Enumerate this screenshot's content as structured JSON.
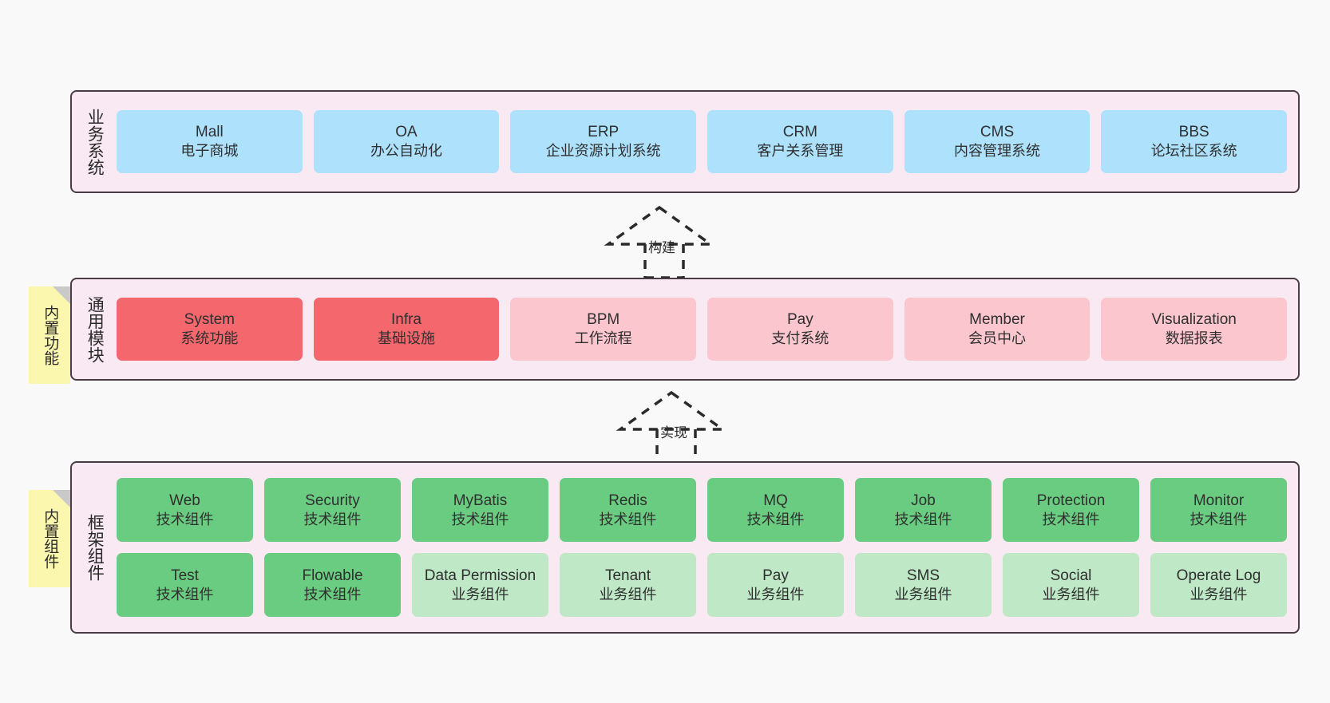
{
  "diagram": {
    "background_color": "#f9f9f9",
    "layer_bg_color": "#f9e9f3",
    "layer_border_color": "#4a3b45",
    "sticky_color": "#fbf7ae",
    "colors": {
      "blue": "#ade1fc",
      "red": "#f4676d",
      "pink": "#fbc6cd",
      "green": "#6acc81",
      "green_light": "#bfe8c6"
    }
  },
  "layers": [
    {
      "id": "business-systems",
      "title": "业务系统",
      "rows": [
        [
          {
            "name": "Mall",
            "desc": "电子商城",
            "color": "blue"
          },
          {
            "name": "OA",
            "desc": "办公自动化",
            "color": "blue"
          },
          {
            "name": "ERP",
            "desc": "企业资源计划系统",
            "color": "blue"
          },
          {
            "name": "CRM",
            "desc": "客户关系管理",
            "color": "blue"
          },
          {
            "name": "CMS",
            "desc": "内容管理系统",
            "color": "blue"
          },
          {
            "name": "BBS",
            "desc": "论坛社区系统",
            "color": "blue"
          }
        ]
      ]
    },
    {
      "id": "common-modules",
      "title": "通用模块",
      "sticky": "内置功能",
      "rows": [
        [
          {
            "name": "System",
            "desc": "系统功能",
            "color": "red"
          },
          {
            "name": "Infra",
            "desc": "基础设施",
            "color": "red"
          },
          {
            "name": "BPM",
            "desc": "工作流程",
            "color": "pink"
          },
          {
            "name": "Pay",
            "desc": "支付系统",
            "color": "pink"
          },
          {
            "name": "Member",
            "desc": "会员中心",
            "color": "pink"
          },
          {
            "name": "Visualization",
            "desc": "数据报表",
            "color": "pink"
          }
        ]
      ]
    },
    {
      "id": "framework-components",
      "title": "框架组件",
      "sticky": "内置组件",
      "rows": [
        [
          {
            "name": "Web",
            "desc": "技术组件",
            "color": "green"
          },
          {
            "name": "Security",
            "desc": "技术组件",
            "color": "green"
          },
          {
            "name": "MyBatis",
            "desc": "技术组件",
            "color": "green"
          },
          {
            "name": "Redis",
            "desc": "技术组件",
            "color": "green"
          },
          {
            "name": "MQ",
            "desc": "技术组件",
            "color": "green"
          },
          {
            "name": "Job",
            "desc": "技术组件",
            "color": "green"
          },
          {
            "name": "Protection",
            "desc": "技术组件",
            "color": "green"
          },
          {
            "name": "Monitor",
            "desc": "技术组件",
            "color": "green"
          }
        ],
        [
          {
            "name": "Test",
            "desc": "技术组件",
            "color": "green"
          },
          {
            "name": "Flowable",
            "desc": "技术组件",
            "color": "green"
          },
          {
            "name": "Data Permission",
            "desc": "业务组件",
            "color": "green_light"
          },
          {
            "name": "Tenant",
            "desc": "业务组件",
            "color": "green_light"
          },
          {
            "name": "Pay",
            "desc": "业务组件",
            "color": "green_light"
          },
          {
            "name": "SMS",
            "desc": "业务组件",
            "color": "green_light"
          },
          {
            "name": "Social",
            "desc": "业务组件",
            "color": "green_light"
          },
          {
            "name": "Operate Log",
            "desc": "业务组件",
            "color": "green_light"
          }
        ]
      ]
    }
  ],
  "connectors": [
    {
      "id": "build",
      "label": "构建"
    },
    {
      "id": "implement",
      "label": "实现"
    }
  ]
}
